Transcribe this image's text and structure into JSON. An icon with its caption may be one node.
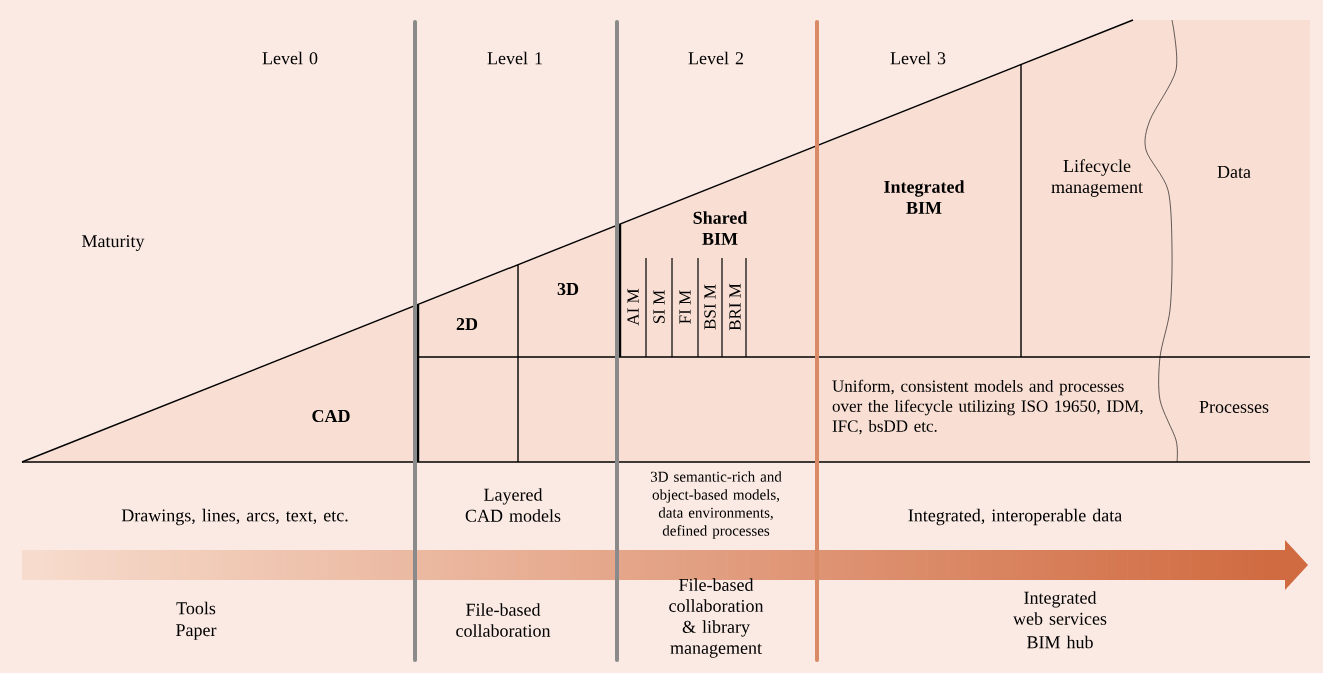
{
  "diagram": {
    "labels": [
      "Level 0",
      "Level 1",
      "Level 2",
      "Level 3",
      "Maturity",
      "Integrated BIM",
      "Lifecycle management",
      "Data",
      "Shared BIM",
      "3D",
      "2D",
      "AI M",
      "SI M",
      "FI M",
      "BSI M",
      "BRI M",
      "CAD",
      "Uniform, consistent models and processes over the lifecycle utilizing ISO 19650, IDM, IFC, bsDD etc.",
      "Processes",
      "Drawings, lines, arcs, text, etc.",
      "Layered CAD models",
      "3D semantic-rich and object-based models, data environments, defined processes",
      "Integrated, interoperable data",
      "Tools",
      "Paper",
      "File-based collaboration",
      "File-based collaboration & library management",
      "Integrated web services",
      "BIM hub"
    ]
  }
}
